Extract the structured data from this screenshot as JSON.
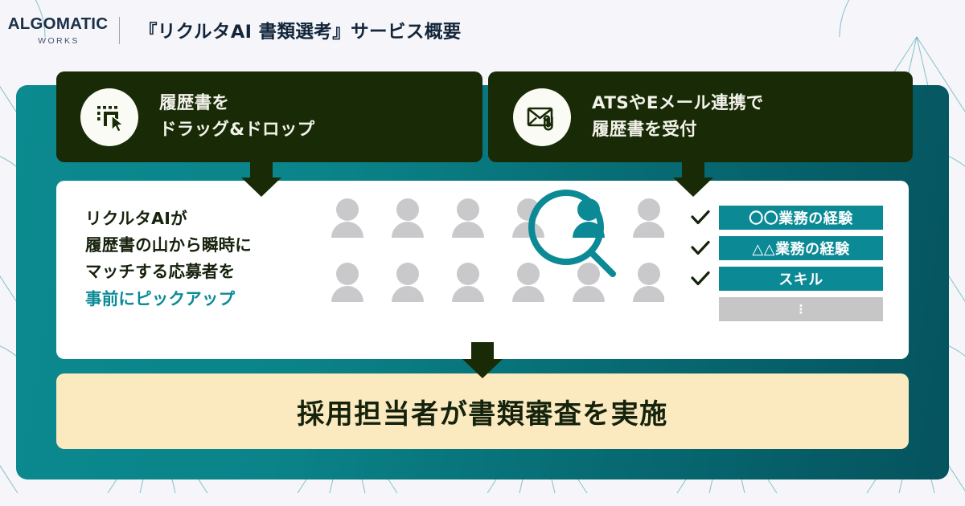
{
  "header": {
    "logo_main": "ALGOMATIC",
    "logo_sub": "WORKS",
    "title": "『リクルタAI 書類選考』サービス概要"
  },
  "steps": [
    {
      "icon": "drag-select-cursor-icon",
      "line1": "履歴書を",
      "line2": "ドラッグ&ドロップ"
    },
    {
      "icon": "envelope-attachment-icon",
      "line1": "ATSやEメール連携で",
      "line2": "履歴書を受付"
    }
  ],
  "middle": {
    "description": {
      "line1": "リクルタAIが",
      "line2": "履歴書の山から瞬時に",
      "line3": "マッチする応募者を",
      "line4_accent": "事前にピックアップ"
    },
    "tags": [
      {
        "check": "check-icon",
        "label": "〇〇業務の経験",
        "muted": false
      },
      {
        "check": "check-icon",
        "label": "△△業務の経験",
        "muted": false
      },
      {
        "check": "check-icon",
        "label": "スキル",
        "muted": false
      },
      {
        "check": "",
        "label": "⋮",
        "muted": true
      }
    ],
    "people_grid": {
      "columns": 6,
      "rows": 2,
      "highlighted_index": 4,
      "magnifier_icon": "magnifying-glass-icon"
    }
  },
  "banner": {
    "text": "採用担当者が書類審査を実施"
  },
  "colors": {
    "panel_teal_start": "#0b8a8f",
    "panel_teal_end": "#05535e",
    "dark_box": "#192b06",
    "accent_teal": "#0b8a96",
    "banner_cream": "#fbe9c0",
    "muted_gray": "#c6c6c6",
    "page_background": "#f6f6fa",
    "logo_navy": "#1b3048"
  }
}
